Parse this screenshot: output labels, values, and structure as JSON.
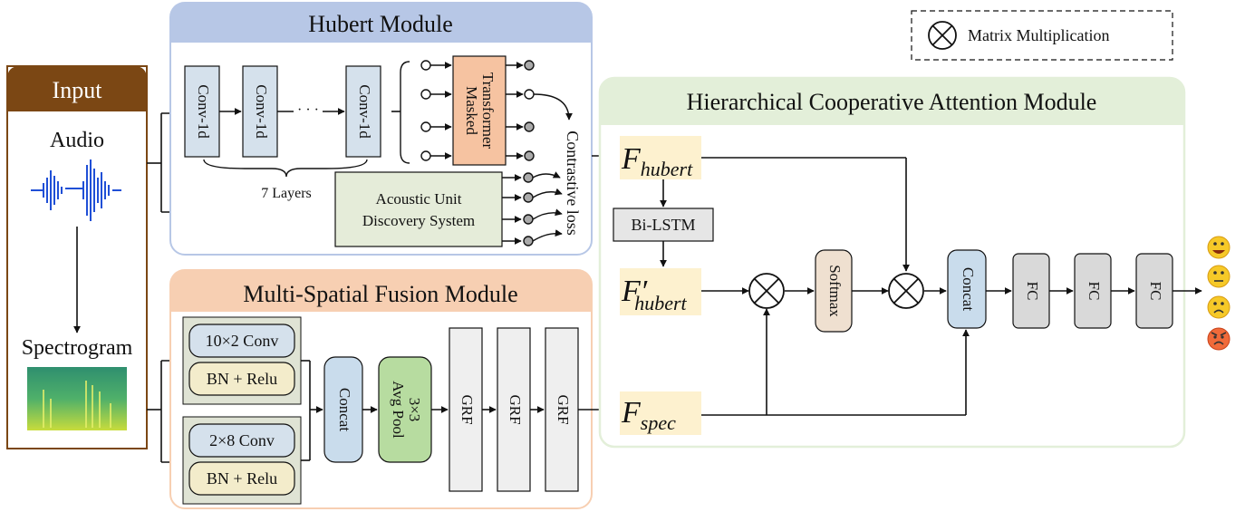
{
  "input": {
    "title": "Input",
    "audio": "Audio",
    "spectrogram": "Spectrogram"
  },
  "hubert": {
    "title": "Hubert Module",
    "conv": [
      "Conv-1d",
      "Conv-1d",
      "Conv-1d"
    ],
    "ellipsis": "· · ·",
    "layers": "7 Layers",
    "transformer_line1": "Transformer",
    "transformer_line2": "Masked",
    "acoustic_line1": "Acoustic Unit",
    "acoustic_line2": "Discovery System",
    "contrastive": "Contrastive loss"
  },
  "msf": {
    "title": "Multi-Spatial Fusion Module",
    "conv1": "10×2 Conv",
    "bn1": "BN + Relu",
    "conv2": "2×8 Conv",
    "bn2": "BN + Relu",
    "concat": "Concat",
    "avg_line1": "3×3",
    "avg_line2": "Avg Pool",
    "grf": [
      "GRF",
      "GRF",
      "GRF"
    ]
  },
  "hca": {
    "title": "Hierarchical Cooperative Attention Module",
    "f_base": "F",
    "f_hubert_sub": "hubert",
    "f_prime_mark": "′",
    "f_spec_sub": "spec",
    "bilstm": "Bi-LSTM",
    "softmax": "Softmax",
    "concat": "Concat",
    "fc": [
      "FC",
      "FC",
      "FC"
    ]
  },
  "legend": {
    "label": "Matrix Multiplication"
  },
  "colors": {
    "input_header": "#7b4714",
    "hubert_header": "#b7c7e6",
    "msf_header": "#f7cfb2",
    "hca_header": "#e3efd9",
    "conv_fill": "#d5e1ec",
    "transformer_fill": "#f6c3a1",
    "acoustic_fill": "#e5ecd9",
    "f_fill": "#fdf1cf",
    "concat_fill": "#c9dcec",
    "avgpool_fill": "#b7dca0",
    "softmax_fill": "#efe0d0",
    "bn_fill": "#f3eccb",
    "grf_fill": "#efefef"
  },
  "emotions": [
    "happy-face-icon",
    "neutral-face-icon",
    "sad-face-icon",
    "angry-face-icon"
  ]
}
